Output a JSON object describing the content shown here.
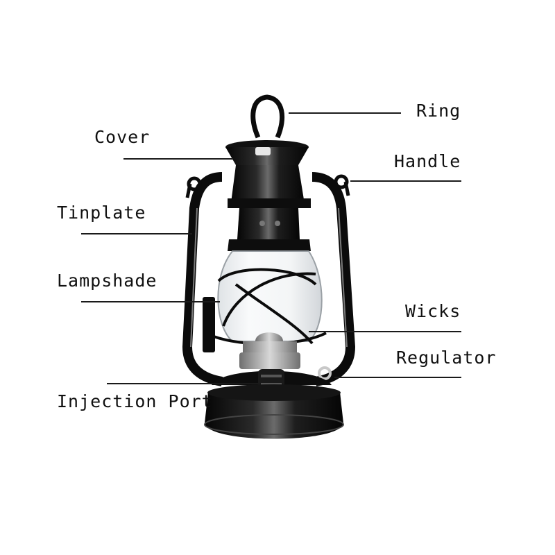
{
  "labels": {
    "ring": "Ring",
    "cover": "Cover",
    "handle": "Handle",
    "tinplate": "Tinplate",
    "lampshade": "Lampshade",
    "wicks": "Wicks",
    "regulator": "Regulator",
    "injection_port": "Injection Port"
  },
  "colors": {
    "background": "#ffffff",
    "lantern_body": "#0b0b0b",
    "highlight": "#8a8a8a",
    "glass": "#eef0f2",
    "burner": "#a9a9a9",
    "text": "#111111"
  }
}
